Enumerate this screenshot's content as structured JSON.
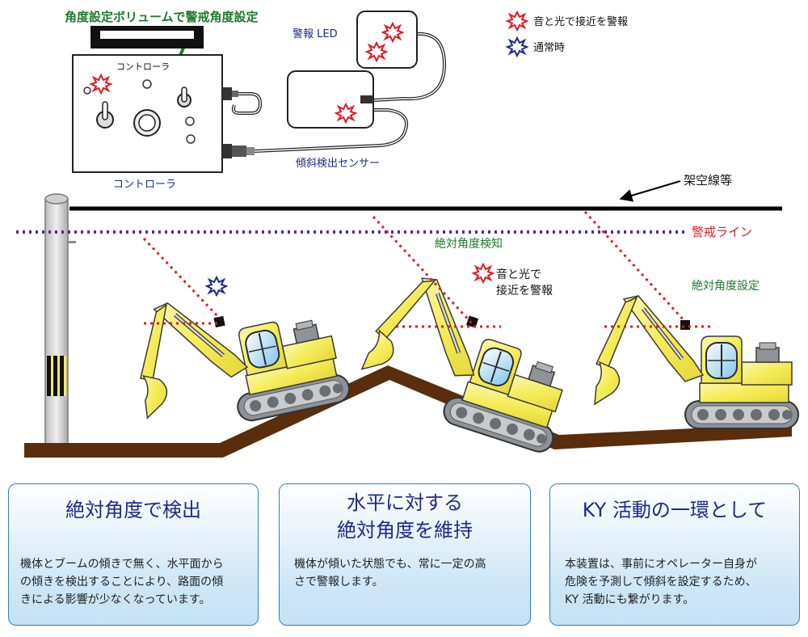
{
  "labels": {
    "volume_note": "角度設定ボリュームで警戒角度設定",
    "controller_top": "コントローラ",
    "controller_bottom": "コントローラ",
    "warning_led": "警報 LED",
    "tilt_sensor": "傾斜検出センサー",
    "overhead_line": "架空線等",
    "warning_line": "警戒ライン",
    "absolute_detection": "絶対角度検知",
    "absolute_setting": "絶対角度設定",
    "alarm_callout": "音と光で\n接近を警報"
  },
  "legend": [
    {
      "text": "音と光で接近を警報",
      "color": "#e11b22",
      "icon": "red-star-icon"
    },
    {
      "text": "通常時",
      "color": "#1d2b8f",
      "icon": "blue-star-icon"
    }
  ],
  "panels": [
    {
      "title": "絶対角度で検出",
      "body": "機体とブームの傾きで無く、水平面から\nの傾きを検出することにより、路面の傾\nきによる影響が少なくなっています。"
    },
    {
      "title": "水平に対する\n絶対角度を維持",
      "body": "機体が傾いた状態でも、常に一定の高\nさで警報します。"
    },
    {
      "title": "KY 活動の一環として",
      "body": "本装置は、事前にオペレーター自身が\n危険を予測して傾斜を設定するため、\nKY 活動にも繋がります。"
    }
  ],
  "colors": {
    "panel_border": "#2f7fc6",
    "panel_title": "#1d2b8f",
    "warning_line": "#5b2c83",
    "ground": "#5a2d0c",
    "alarm_red": "#e11b22",
    "normal_blue": "#1d2b8f",
    "note_green": "#1e7a2e",
    "excavator_yellow": "#f4ec57"
  }
}
